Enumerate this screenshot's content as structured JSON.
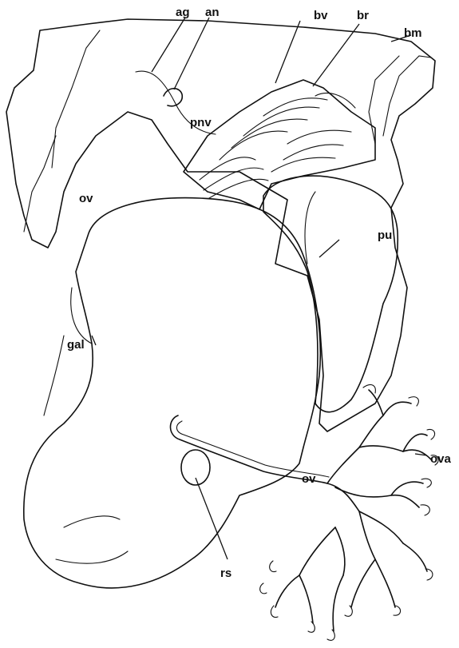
{
  "labels": {
    "ag": "ag",
    "an": "an",
    "bv": "bv",
    "br": "br",
    "bm": "bm",
    "pnv": "pnv",
    "ov_left": "ov",
    "pu": "pu",
    "gal": "gal",
    "ova": "ova",
    "ov_tube": "ov",
    "rs": "rs"
  },
  "colors": {
    "ink": "#111111",
    "stipple": "#555555",
    "paper": "#ffffff"
  }
}
